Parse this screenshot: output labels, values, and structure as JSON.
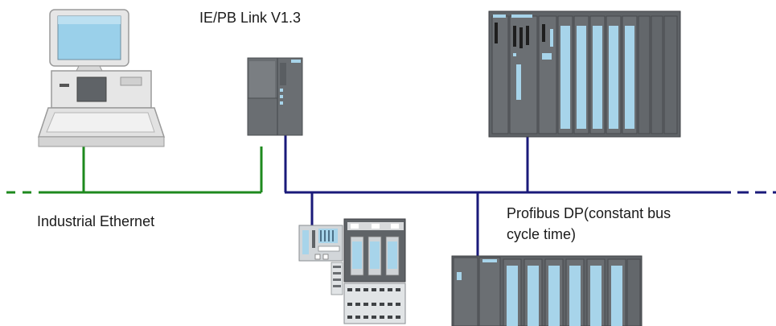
{
  "labels": {
    "ie_pb_link": "IE/PB Link V1.3",
    "industrial_ethernet": "Industrial Ethernet",
    "profibus_line1": "Profibus DP(constant bus",
    "profibus_line2": "cycle time)"
  },
  "colors": {
    "ethernet_line": "#1e8a1e",
    "profibus_line": "#1a1a7a",
    "module_dark": "#5f6367",
    "module_light": "#a7d4ea",
    "terminal_gray": "#cfd3d6",
    "pc_body": "#e6e6e6",
    "pc_screen": "#9ad0ea"
  }
}
